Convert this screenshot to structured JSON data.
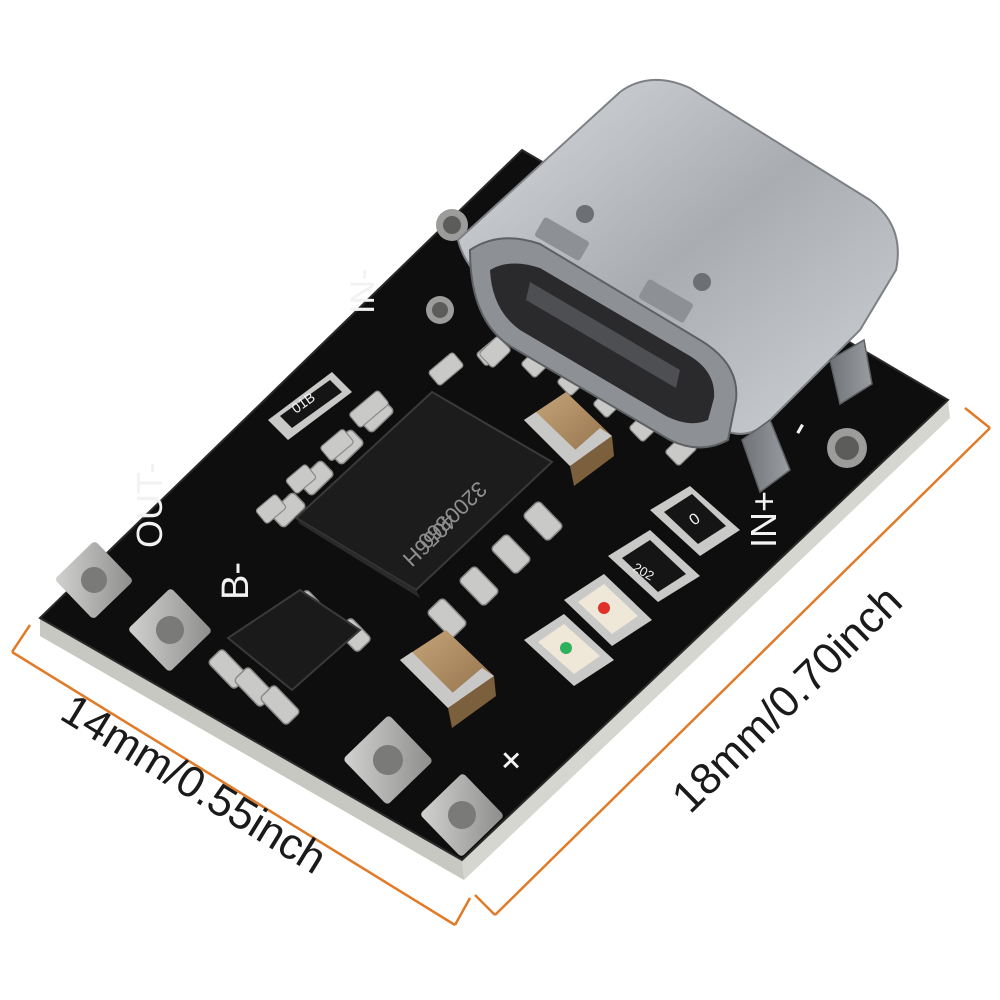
{
  "product": {
    "chip_marking_line1": "4056H",
    "chip_marking_line2": "3200360",
    "resistor_labels": [
      "01B",
      "0",
      "202"
    ]
  },
  "silkscreen": {
    "in_minus_top": "IN-",
    "in_plus": "IN+",
    "in_minus_right": "-",
    "out_minus": "OUT-",
    "b_minus": "B-",
    "plus": "+"
  },
  "dimensions": {
    "width_label": "14mm/0.55inch",
    "length_label": "18mm/0.70inch"
  },
  "colors": {
    "pcb": "#0e0e0e",
    "pcb_edge": "#dcdcd6",
    "dimension_line": "#e07b2a",
    "usb_metal": "#b9bcc0",
    "capacitor": "#b89468",
    "led_red": "#e0302a",
    "led_green": "#2fb05a"
  }
}
